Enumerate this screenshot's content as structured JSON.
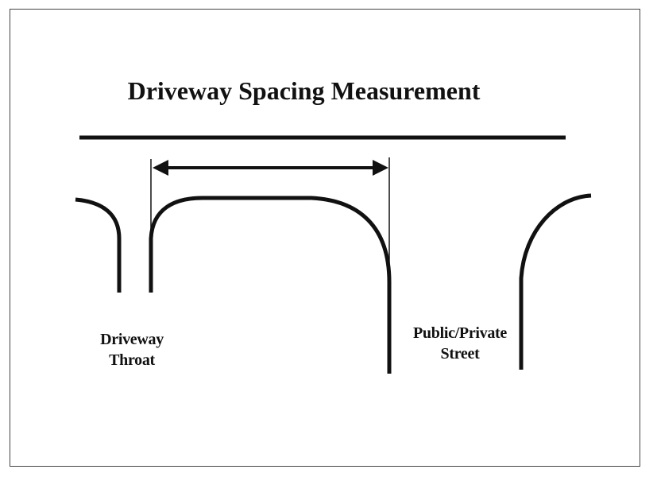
{
  "diagram": {
    "title": "Driveway Spacing Measurement",
    "labels": {
      "driveway_throat": [
        "Driveway",
        "Throat"
      ],
      "public_private_street": [
        "Public/Private",
        "Street"
      ]
    },
    "colors": {
      "ink": "#111111",
      "frame": "#444444",
      "background": "#ffffff"
    }
  }
}
